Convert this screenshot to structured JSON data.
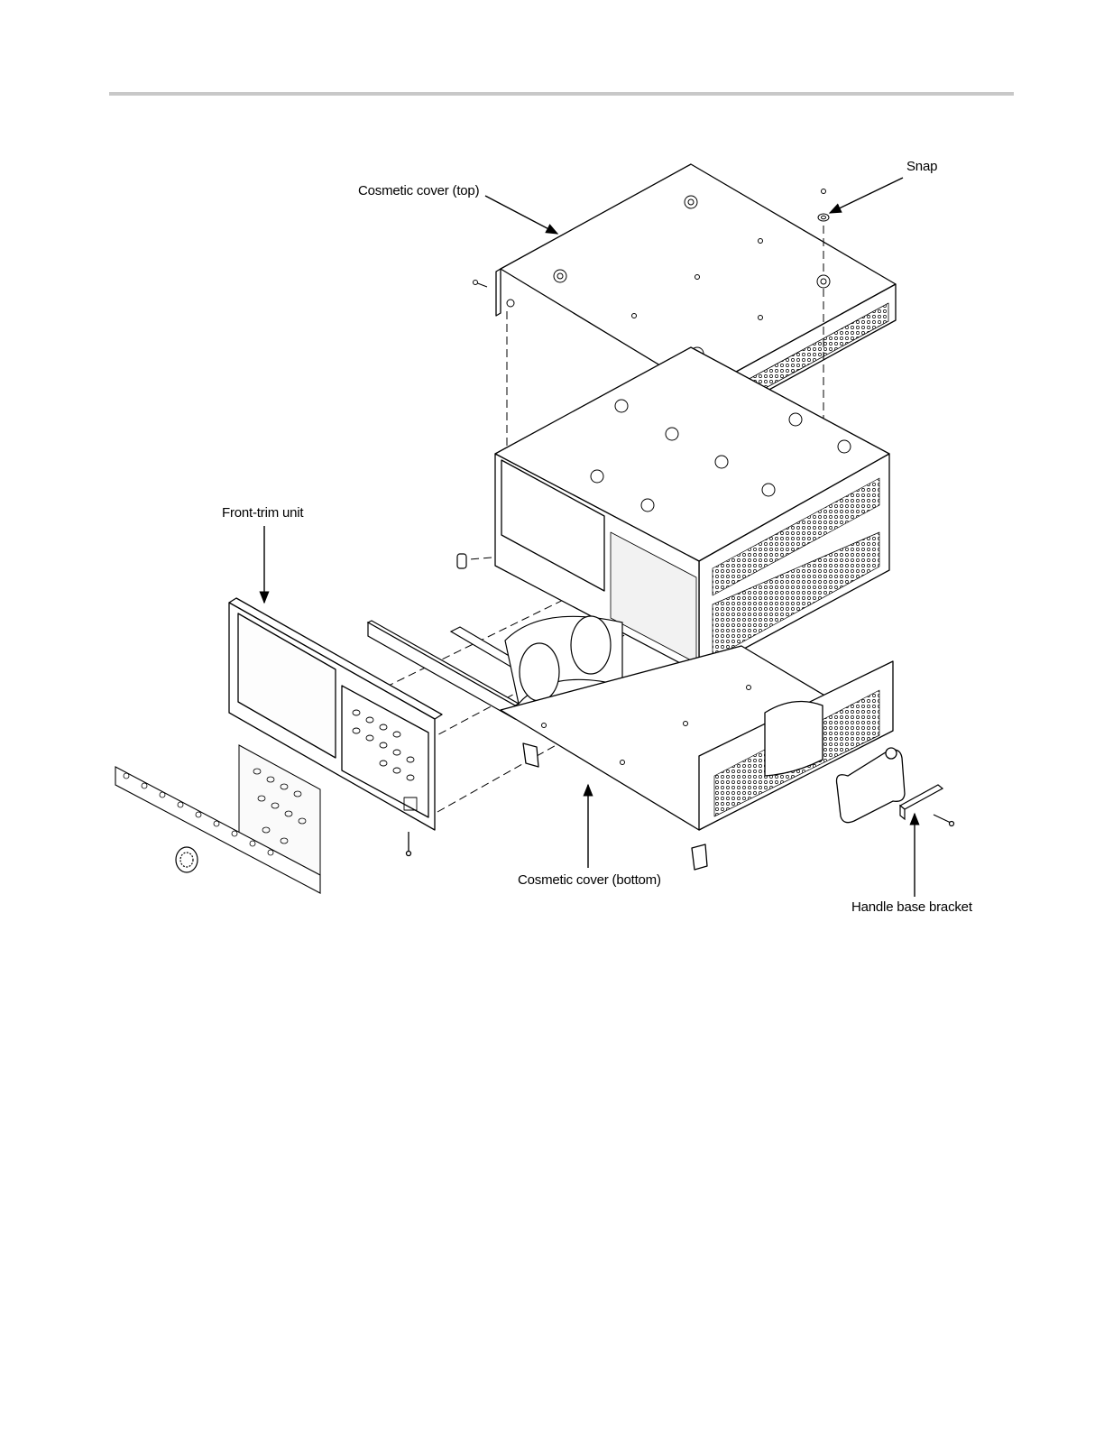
{
  "labels": {
    "snap": "Snap",
    "cover_top": "Cosmetic cover (top)",
    "front_trim": "Front-trim unit",
    "cover_bottom": "Cosmetic cover (bottom)",
    "handle_bracket": "Handle base bracket"
  },
  "colors": {
    "line": "#000000",
    "rule": "#c8c8c8",
    "panel": "#ffffff"
  }
}
